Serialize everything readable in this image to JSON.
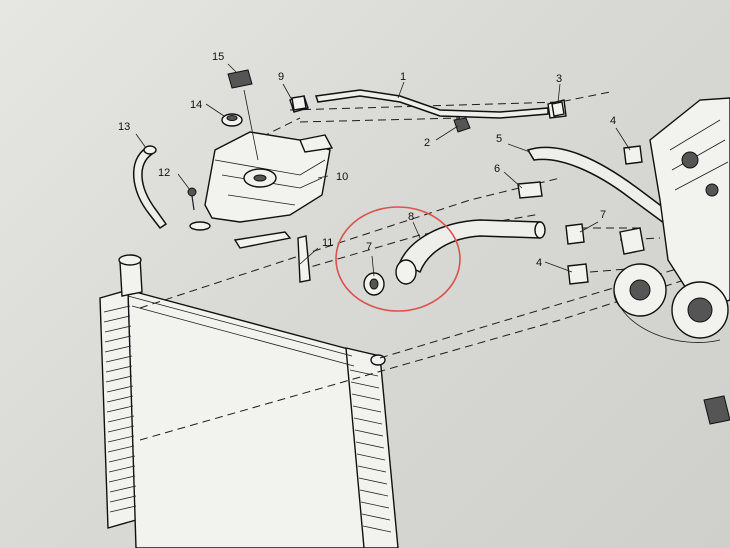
{
  "callouts": {
    "c1": "1",
    "c2": "2",
    "c3": "3",
    "c4a": "4",
    "c4b": "4",
    "c5": "5",
    "c6": "6",
    "c7a": "7",
    "c7b": "7",
    "c8": "8",
    "c9": "9",
    "c10": "10",
    "c11": "11",
    "c12": "12",
    "c13": "13",
    "c14": "14",
    "c15": "15"
  },
  "highlight_color": "#d9534f"
}
